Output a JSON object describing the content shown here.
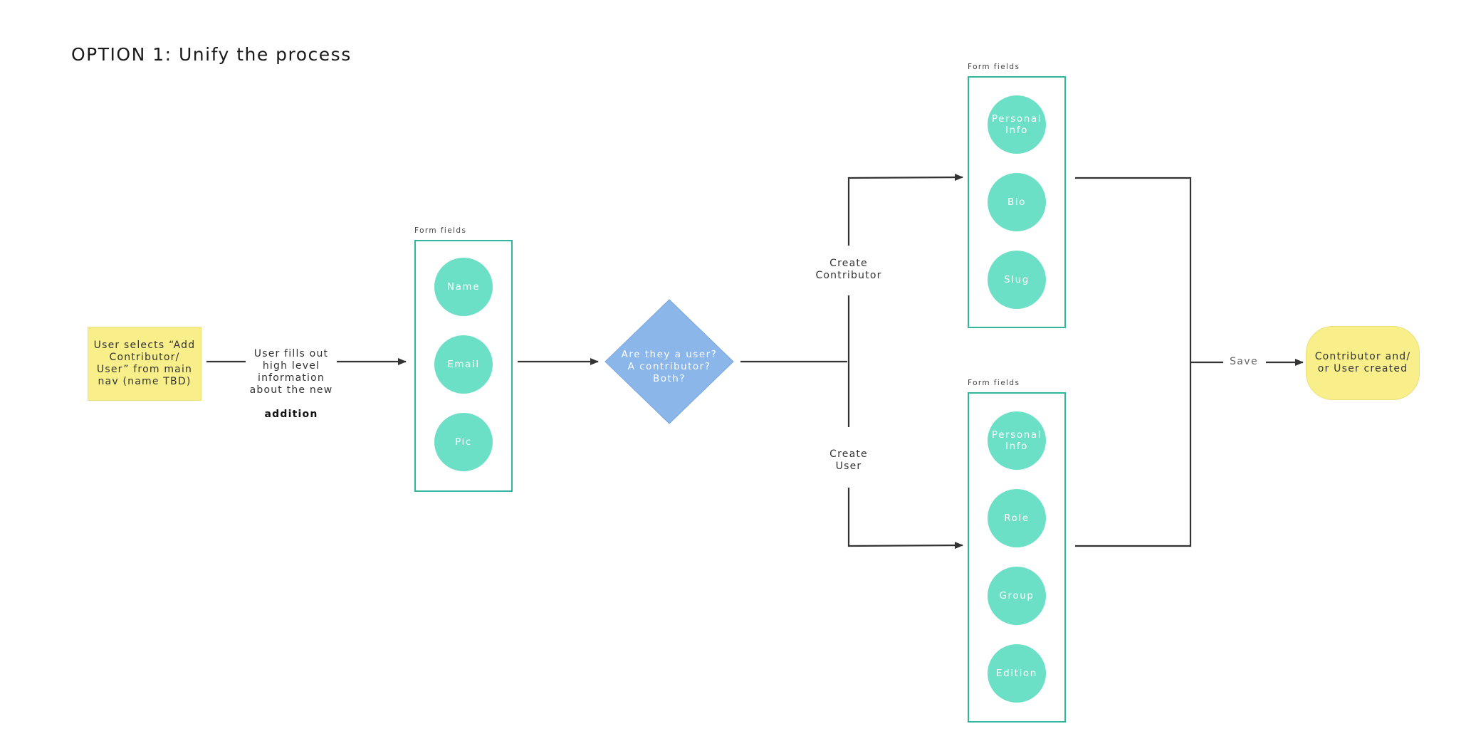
{
  "title": "OPTION 1: Unify the process",
  "start_note": "User selects “Add Contributor/ User” from main nav (name TBD)",
  "fill_label": {
    "line1": "User fills out\nhigh level\ninformation\nabout the new",
    "line2": "addition"
  },
  "form_group_1": {
    "label": "Form fields",
    "fields": [
      "Name",
      "Email",
      "Pic"
    ]
  },
  "decision": "Are they a user?\nA contributor?\nBoth?",
  "branch_contributor": "Create\nContributor",
  "branch_user": "Create\nUser",
  "form_group_contributor": {
    "label": "Form fields",
    "fields": [
      "Personal\nInfo",
      "Bio",
      "Slug"
    ]
  },
  "form_group_user": {
    "label": "Form fields",
    "fields": [
      "Personal\nInfo",
      "Role",
      "Group",
      "Edition"
    ]
  },
  "save_label": "Save",
  "end_terminal": "Contributor and/ or User created",
  "colors": {
    "note": "#f8ef8a",
    "field": "#6ce0c6",
    "group_border": "#2fb79c",
    "decision": "#8bb6ea",
    "connector": "#333333"
  }
}
